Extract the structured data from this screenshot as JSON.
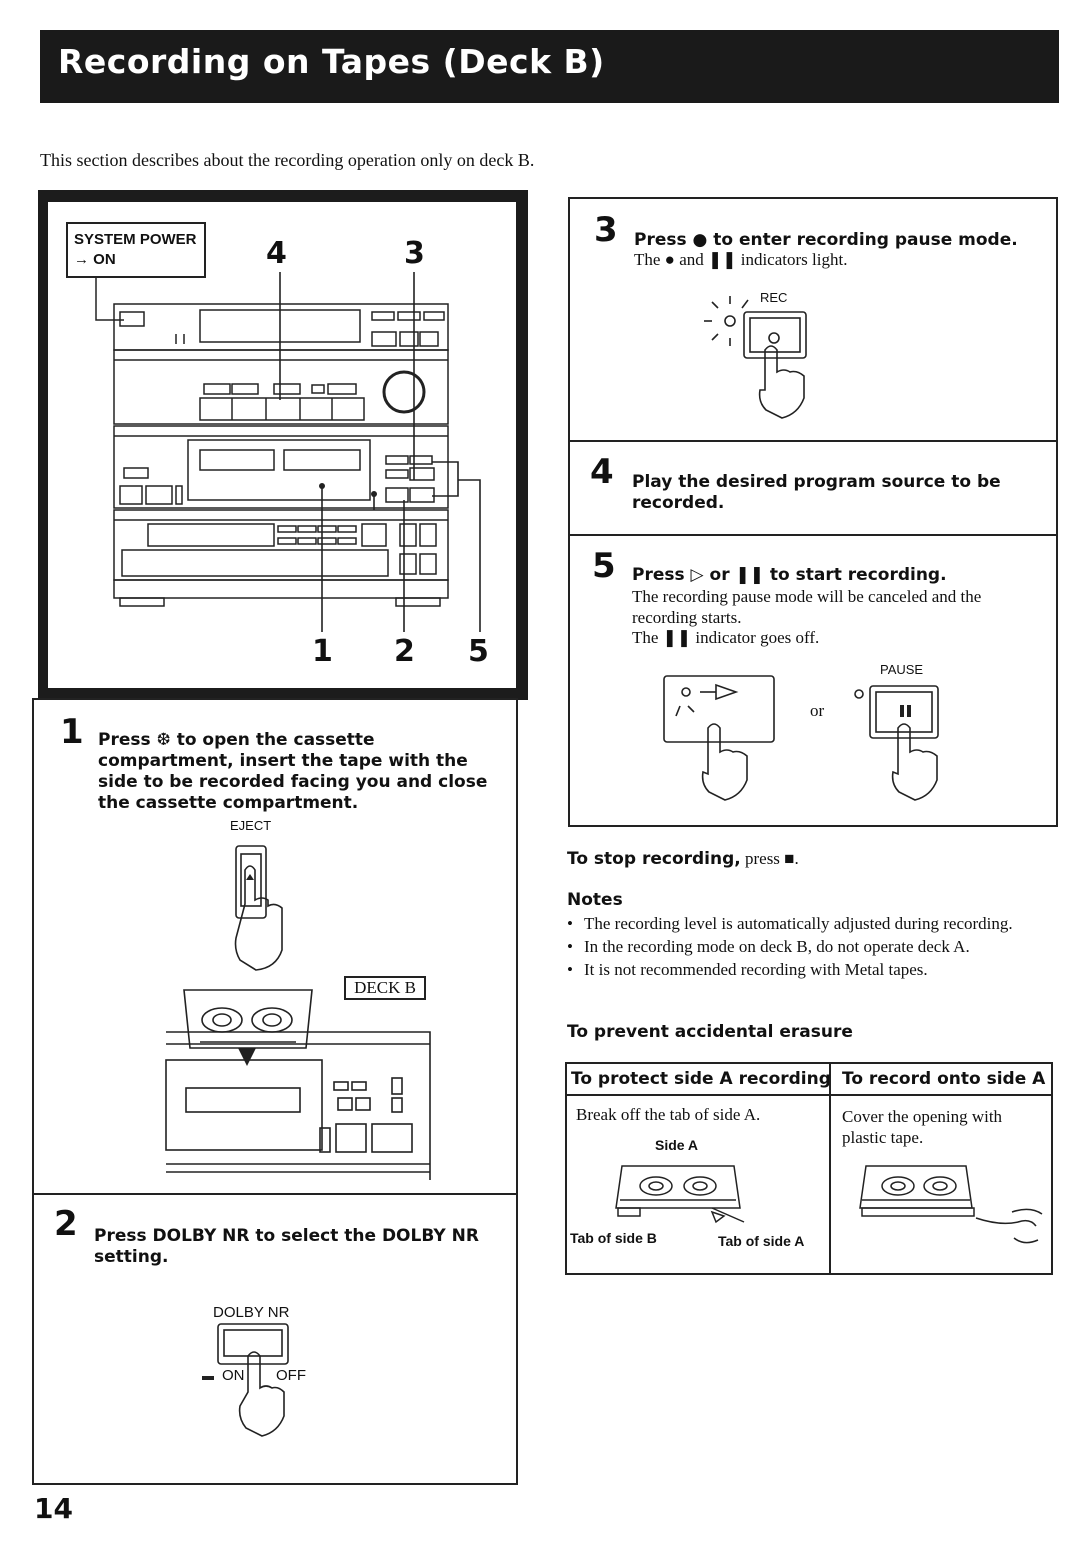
{
  "header": {
    "title": "Recording on Tapes (Deck B)"
  },
  "intro": "This section describes about the recording operation only on deck B.",
  "figure": {
    "system_power_label": "SYSTEM POWER",
    "system_power_sub": "→ ON",
    "callouts": [
      "4",
      "3",
      "1",
      "2",
      "5"
    ]
  },
  "step1": {
    "number": "1",
    "heading": "Press ❆ to open the cassette compartment, insert the tape with the side to be recorded facing you and close the cassette compartment.",
    "eject_label": "EJECT",
    "deck_label": "DECK B"
  },
  "step2": {
    "number": "2",
    "heading": "Press DOLBY NR to select the DOLBY NR setting.",
    "dolby_label": "DOLBY NR",
    "on_label": "ON",
    "off_label": "OFF"
  },
  "step3": {
    "number": "3",
    "heading": "Press ● to enter recording pause mode.",
    "body": "The ● and ❚❚ indicators light.",
    "rec_label": "REC"
  },
  "step4": {
    "number": "4",
    "heading": "Play the desired program source to be recorded."
  },
  "step5": {
    "number": "5",
    "heading": "Press ▷ or ❚❚ to start recording.",
    "body1": "The recording pause mode will be canceled and the recording starts.",
    "body2": "The ❚❚ indicator goes off.",
    "or_label": "or",
    "pause_label": "PAUSE"
  },
  "stop": {
    "bold": "To stop recording,",
    "rest": " press ■."
  },
  "notes": {
    "heading": "Notes",
    "items": [
      "The recording level is automatically adjusted during recording.",
      "In the recording mode on deck B, do not operate deck A.",
      "It is not recommended recording with Metal tapes."
    ]
  },
  "prevent": {
    "heading": "To prevent accidental erasure",
    "col1_head": "To protect side A recording",
    "col2_head": "To record onto side A",
    "col1_text": "Break off the tab of side A.",
    "col2_text": "Cover the opening with plastic tape.",
    "side_a_label": "Side A",
    "tab_b_label": "Tab of side B",
    "tab_a_label": "Tab of side A"
  },
  "page_number": "14"
}
